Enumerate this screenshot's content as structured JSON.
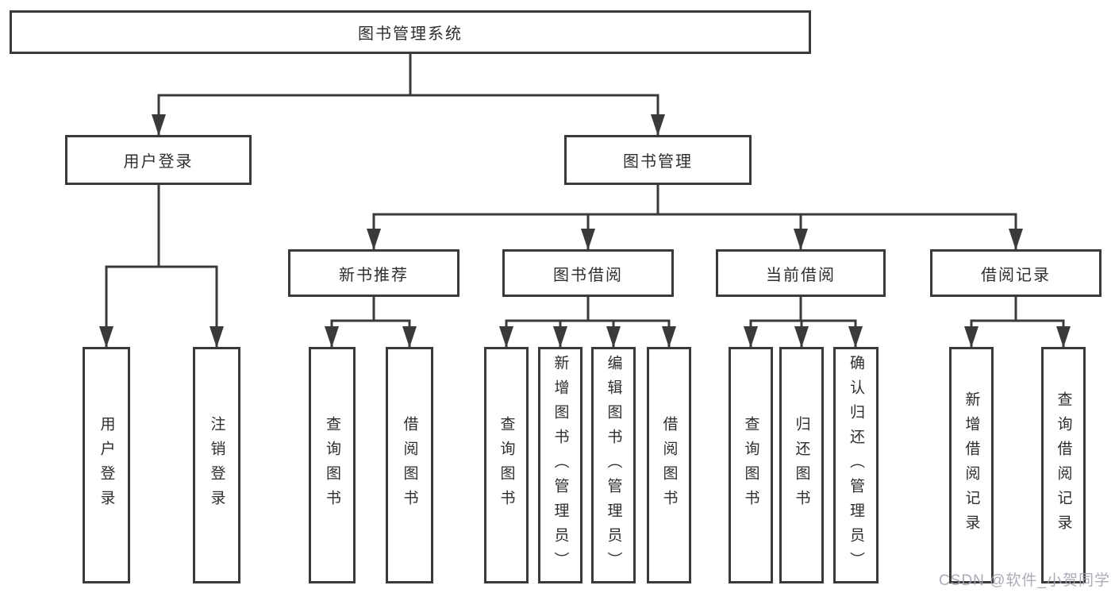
{
  "colors": {
    "line": "#3a3a3a",
    "text": "#2e2e2e",
    "box_fill": "#ffffff",
    "watermark": "#a2a3af"
  },
  "tree": {
    "root": "图书管理系统",
    "branches": [
      {
        "label": "用户登录",
        "children": [
          "用户登录",
          "注销登录"
        ]
      },
      {
        "label": "图书管理",
        "groups": [
          {
            "label": "新书推荐",
            "children": [
              "查询图书",
              "借阅图书"
            ]
          },
          {
            "label": "图书借阅",
            "children": [
              "查询图书",
              "新增图书（管理员）",
              "编辑图书（管理员）",
              "借阅图书"
            ]
          },
          {
            "label": "当前借阅",
            "children": [
              "查询图书",
              "归还图书",
              "确认归还（管理员）"
            ]
          },
          {
            "label": "借阅记录",
            "children": [
              "新增借阅记录",
              "查询借阅记录"
            ]
          }
        ]
      }
    ]
  },
  "watermark": "CSDN @软件_小贺同学"
}
